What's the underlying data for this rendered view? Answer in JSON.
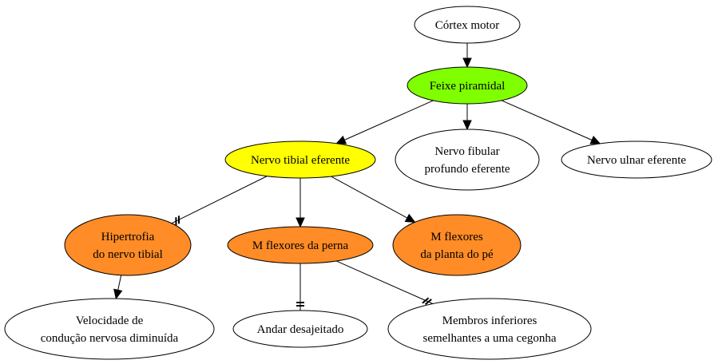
{
  "diagram": {
    "nodes": {
      "cortex": {
        "lines": [
          "Córtex motor"
        ],
        "fill": "#ffffff"
      },
      "feixe": {
        "lines": [
          "Feixe piramidal"
        ],
        "fill": "#7fff00"
      },
      "tibial": {
        "lines": [
          "Nervo tibial eferente"
        ],
        "fill": "#ffff00"
      },
      "fibular": {
        "lines": [
          "Nervo fibular",
          "profundo eferente"
        ],
        "fill": "#ffffff"
      },
      "ulnar": {
        "lines": [
          "Nervo ulnar eferente"
        ],
        "fill": "#ffffff"
      },
      "hipertrofia": {
        "lines": [
          "Hipertrofia",
          "do nervo tibial"
        ],
        "fill": "#ff8c26"
      },
      "mflexperna": {
        "lines": [
          "M flexores da perna"
        ],
        "fill": "#ff8c26"
      },
      "mflexplanta": {
        "lines": [
          "M flexores",
          "da planta do pé"
        ],
        "fill": "#ff8c26"
      },
      "velocidade": {
        "lines": [
          "Velocidade de",
          "condução nervosa diminuída"
        ],
        "fill": "#ffffff"
      },
      "andar": {
        "lines": [
          "Andar desajeitado"
        ],
        "fill": "#ffffff"
      },
      "membros": {
        "lines": [
          "Membros inferiores",
          "semelhantes a uma cegonha"
        ],
        "fill": "#ffffff"
      }
    },
    "edges": [
      {
        "from": "cortex",
        "to": "feixe",
        "type": "arrow"
      },
      {
        "from": "feixe",
        "to": "tibial",
        "type": "arrow"
      },
      {
        "from": "feixe",
        "to": "fibular",
        "type": "arrow"
      },
      {
        "from": "feixe",
        "to": "ulnar",
        "type": "arrow"
      },
      {
        "from": "tibial",
        "to": "hipertrofia",
        "type": "tee-slash"
      },
      {
        "from": "tibial",
        "to": "mflexperna",
        "type": "arrow"
      },
      {
        "from": "tibial",
        "to": "mflexplanta",
        "type": "arrow"
      },
      {
        "from": "hipertrofia",
        "to": "velocidade",
        "type": "arrow"
      },
      {
        "from": "mflexperna",
        "to": "andar",
        "type": "tee-bar"
      },
      {
        "from": "mflexperna",
        "to": "membros",
        "type": "tee-slash"
      }
    ]
  }
}
